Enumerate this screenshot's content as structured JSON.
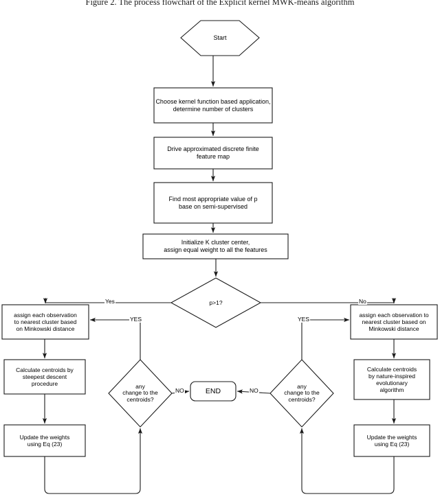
{
  "figure": {
    "caption": "Figure 2. The process flowchart of the Explicit kernel MWK-means algorithm"
  },
  "flowchart": {
    "type": "flowchart",
    "orientation": "top-down",
    "nodes": [
      {
        "id": "start",
        "shape": "hexagon",
        "label": "Start"
      },
      {
        "id": "choose",
        "shape": "rectangle",
        "label": "Choose kernel function based application,\ndetermine  number of clusters"
      },
      {
        "id": "drive",
        "shape": "rectangle",
        "label": "Drive approximated discrete finite\nfeature map"
      },
      {
        "id": "findp",
        "shape": "rectangle",
        "label": "Find most appropriate value of p\nbase on semi-supervised"
      },
      {
        "id": "init",
        "shape": "rectangle",
        "label": "Initialize K cluster center,\nassign equal weight to all the features"
      },
      {
        "id": "decide_p",
        "shape": "diamond",
        "label": "p>1?"
      },
      {
        "id": "assign_left",
        "shape": "rectangle",
        "label": "assign each observation\nto  nearest cluster based\non  Minkowski distance"
      },
      {
        "id": "centroid_left",
        "shape": "rectangle",
        "label": "Calculate centroids by\nsteepest descent\nprocedure"
      },
      {
        "id": "weights_left",
        "shape": "rectangle",
        "label": "Update the weights\nusing Eq (23)"
      },
      {
        "id": "change_left",
        "shape": "diamond",
        "label": "any\nchange to the\ncentroids?"
      },
      {
        "id": "end",
        "shape": "rounded-rect",
        "label": "END"
      },
      {
        "id": "change_right",
        "shape": "diamond",
        "label": "any\nchange to the\ncentroids?"
      },
      {
        "id": "assign_right",
        "shape": "rectangle",
        "label": "assign each observation to\nnearest cluster based on\nMinkowski distance"
      },
      {
        "id": "centroid_right",
        "shape": "rectangle",
        "label": "Calculate centroids\nby nature-inspired\nevolutionary\nalgorithm"
      },
      {
        "id": "weights_right",
        "shape": "rectangle",
        "label": "Update the weights\nusing Eq (23)"
      }
    ],
    "edge_labels": {
      "decide_p_yes": "Yes",
      "decide_p_no": "No",
      "change_left_yes": "YES",
      "change_left_no": "NO",
      "change_right_yes": "YES",
      "change_right_no": "NO"
    },
    "edges": [
      {
        "from": "start",
        "to": "choose",
        "label": ""
      },
      {
        "from": "choose",
        "to": "drive",
        "label": ""
      },
      {
        "from": "drive",
        "to": "findp",
        "label": ""
      },
      {
        "from": "findp",
        "to": "init",
        "label": ""
      },
      {
        "from": "init",
        "to": "decide_p",
        "label": ""
      },
      {
        "from": "decide_p",
        "to": "assign_left",
        "label": "Yes"
      },
      {
        "from": "decide_p",
        "to": "assign_right",
        "label": "No"
      },
      {
        "from": "assign_left",
        "to": "centroid_left",
        "label": ""
      },
      {
        "from": "centroid_left",
        "to": "weights_left",
        "label": ""
      },
      {
        "from": "weights_left",
        "to": "change_left",
        "label": ""
      },
      {
        "from": "change_left",
        "to": "assign_left",
        "label": "YES"
      },
      {
        "from": "change_left",
        "to": "end",
        "label": "NO"
      },
      {
        "from": "assign_right",
        "to": "centroid_right",
        "label": ""
      },
      {
        "from": "centroid_right",
        "to": "weights_right",
        "label": ""
      },
      {
        "from": "weights_right",
        "to": "change_right",
        "label": ""
      },
      {
        "from": "change_right",
        "to": "assign_right",
        "label": "YES"
      },
      {
        "from": "change_right",
        "to": "end",
        "label": "NO"
      }
    ],
    "colors": {
      "stroke": "#1a1a1a",
      "fill": "#ffffff",
      "text": "#000000"
    }
  }
}
